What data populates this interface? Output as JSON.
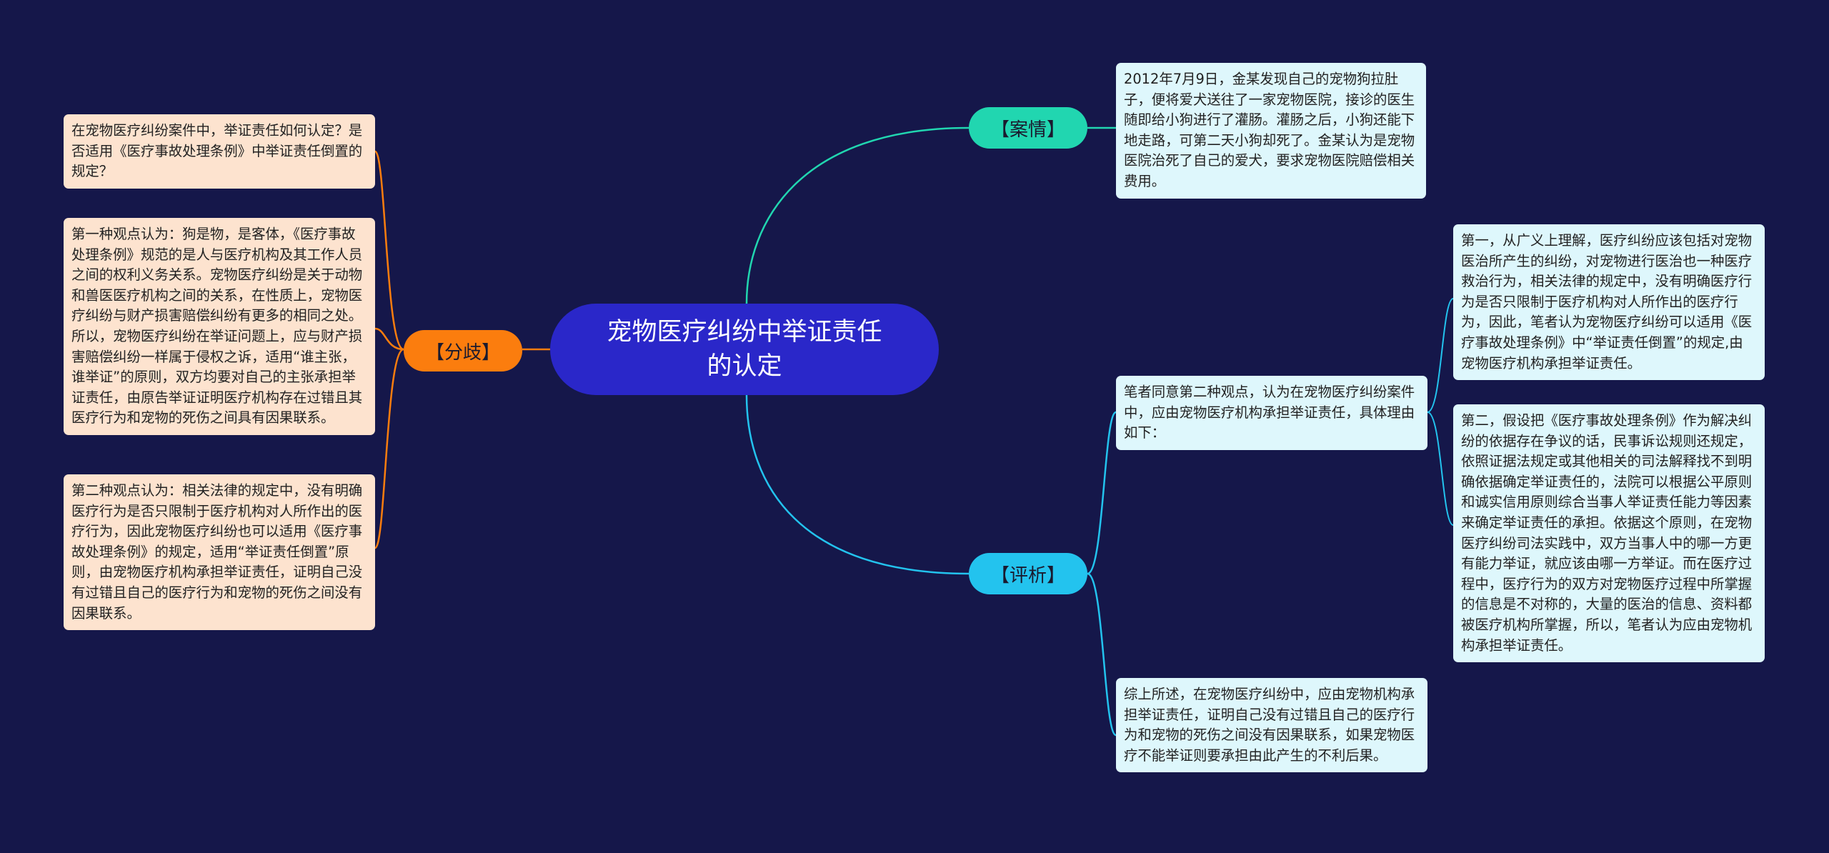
{
  "colors": {
    "background": "#15174a",
    "root_fill": "#2a27c9",
    "case_branch": "#21d6b0",
    "eval_branch": "#23c3ee",
    "divergence_branch": "#fb7d0e",
    "orange_leaf": "#fde3cf",
    "blue_leaf": "#def7fc"
  },
  "root": {
    "title": "宠物医疗纠纷中举证责任的认定"
  },
  "branches": {
    "case": {
      "label": "【案情】",
      "items": [
        "2012年7月9日，金某发现自己的宠物狗拉肚子，便将爱犬送往了一家宠物医院，接诊的医生随即给小狗进行了灌肠。灌肠之后，小狗还能下地走路，可第二天小狗却死了。金某认为是宠物医院治死了自己的爱犬，要求宠物医院赔偿相关费用。"
      ]
    },
    "evaluation": {
      "label": "【评析】",
      "items": [
        {
          "text": "笔者同意第二种观点，认为在宠物医疗纠纷案件中，应由宠物医疗机构承担举证责任，具体理由如下：",
          "children": [
            "第一，从广义上理解，医疗纠纷应该包括对宠物医治所产生的纠纷，对宠物进行医治也一种医疗救治行为，相关法律的规定中，没有明确医疗行为是否只限制于医疗机构对人所作出的医疗行为，因此，笔者认为宠物医疗纠纷可以适用《医疗事故处理条例》中“举证责任倒置”的规定,由宠物医疗机构承担举证责任。",
            "第二，假设把《医疗事故处理条例》作为解决纠纷的依据存在争议的话，民事诉讼规则还规定，依照证据法规定或其他相关的司法解释找不到明确依据确定举证责任的，法院可以根据公平原则和诚实信用原则综合当事人举证责任能力等因素来确定举证责任的承担。依据这个原则，在宠物医疗纠纷司法实践中，双方当事人中的哪一方更有能力举证，就应该由哪一方举证。而在医疗过程中，医疗行为的双方对宠物医疗过程中所掌握的信息是不对称的，大量的医治的信息、资料都被医疗机构所掌握，所以，笔者认为应由宠物机构承担举证责任。"
          ]
        },
        {
          "text": "综上所述，在宠物医疗纠纷中，应由宠物机构承担举证责任，证明自己没有过错且自己的医疗行为和宠物的死伤之间没有因果联系，如果宠物医疗不能举证则要承担由此产生的不利后果。",
          "children": []
        }
      ]
    },
    "divergence": {
      "label": "【分歧】",
      "items": [
        "在宠物医疗纠纷案件中，举证责任如何认定？是否适用《医疗事故处理条例》中举证责任倒置的规定？",
        "第一种观点认为：狗是物，是客体，《医疗事故处理条例》规范的是人与医疗机构及其工作人员之间的权利义务关系。宠物医疗纠纷是关于动物和兽医医疗机构之间的关系，在性质上，宠物医疗纠纷与财产损害赔偿纠纷有更多的相同之处。所以，宠物医疗纠纷在举证问题上，应与财产损害赔偿纠纷一样属于侵权之诉，适用“谁主张，谁举证”的原则，双方均要对自己的主张承担举证责任，由原告举证证明医疗机构存在过错且其医疗行为和宠物的死伤之间具有因果联系。",
        "第二种观点认为：相关法律的规定中，没有明确医疗行为是否只限制于医疗机构对人所作出的医疗行为，因此宠物医疗纠纷也可以适用《医疗事故处理条例》的规定，适用“举证责任倒置”原则，由宠物医疗机构承担举证责任，证明自己没有过错且自己的医疗行为和宠物的死伤之间没有因果联系。"
      ]
    }
  }
}
